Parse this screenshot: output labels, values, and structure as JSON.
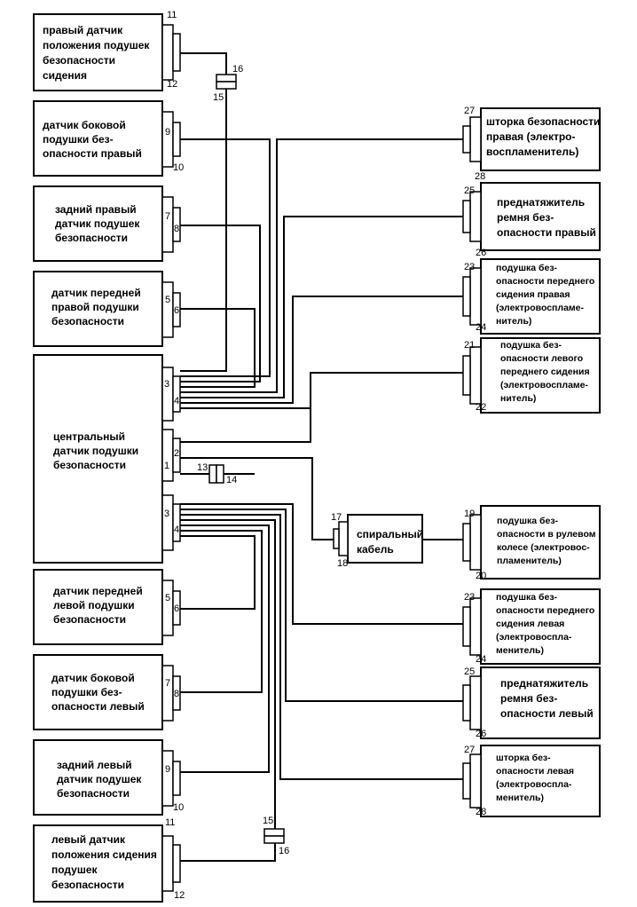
{
  "colors": {
    "line": "#000000",
    "fill": "#ffffff"
  },
  "left_blocks": [
    {
      "id": "lb1",
      "lines": [
        "правый датчик",
        "положения подушек",
        "безопасности",
        "сидения"
      ],
      "pins": [
        "11",
        "12"
      ]
    },
    {
      "id": "lb2",
      "lines": [
        "датчик боковой",
        "подушки без-",
        "опасности правый"
      ],
      "pins": [
        "9",
        "10"
      ]
    },
    {
      "id": "lb3",
      "lines": [
        "задний правый",
        "датчик подушек",
        "безопасности"
      ],
      "pins": [
        "7",
        "8"
      ]
    },
    {
      "id": "lb4",
      "lines": [
        "датчик передней",
        "правой подушки",
        "безопасности"
      ],
      "pins": [
        "5",
        "6"
      ]
    },
    {
      "id": "lb5",
      "lines": [
        "центральный",
        "датчик подушки",
        "безопасности"
      ],
      "pins": [
        "3",
        "4",
        "2",
        "1",
        "3",
        "4"
      ]
    },
    {
      "id": "lb6",
      "lines": [
        "датчик передней",
        "левой подушки",
        "безопасности"
      ],
      "pins": [
        "5",
        "6"
      ]
    },
    {
      "id": "lb7",
      "lines": [
        "датчик боковой",
        "подушки без-",
        "опасности левый"
      ],
      "pins": [
        "7",
        "8"
      ]
    },
    {
      "id": "lb8",
      "lines": [
        "задний левый",
        "датчик подушек",
        "безопасности"
      ],
      "pins": [
        "9",
        "10"
      ]
    },
    {
      "id": "lb9",
      "lines": [
        "левый датчик",
        "положения сидения",
        "подушек",
        "безопасности"
      ],
      "pins": [
        "11",
        "12"
      ]
    }
  ],
  "right_blocks": [
    {
      "id": "rb1",
      "lines": [
        "шторка безопасности",
        "правая (электро-",
        "воспламенитель)"
      ],
      "pins": [
        "27",
        "28"
      ]
    },
    {
      "id": "rb2",
      "lines": [
        "преднатяжитель",
        "ремня без-",
        "опасности правый"
      ],
      "pins": [
        "25",
        "26"
      ]
    },
    {
      "id": "rb3",
      "lines": [
        "подушка без-",
        "опасности переднего",
        "сидения правая",
        "(электровоспламе-",
        "нитель)"
      ],
      "pins": [
        "23",
        "24"
      ]
    },
    {
      "id": "rb4",
      "lines": [
        "подушка без-",
        "опасности левого",
        "переднего сидения",
        "(электровоспламе-",
        "нитель)"
      ],
      "pins": [
        "21",
        "22"
      ]
    },
    {
      "id": "rb5",
      "lines": [
        "подушка без-",
        "опасности в рулевом",
        "колесе (электровос-",
        "пламенитель)"
      ],
      "pins": [
        "19",
        "20"
      ]
    },
    {
      "id": "rb6",
      "lines": [
        "подушка без-",
        "опасности переднего",
        "сидения левая",
        "(электровоспла-",
        "менитель)"
      ],
      "pins": [
        "23",
        "24"
      ]
    },
    {
      "id": "rb7",
      "lines": [
        "преднатяжитель",
        "ремня без-",
        "опасности левый"
      ],
      "pins": [
        "25",
        "26"
      ]
    },
    {
      "id": "rb8",
      "lines": [
        "шторка без-",
        "опасности левая",
        "(электровоспла-",
        "менитель)"
      ],
      "pins": [
        "27",
        "28"
      ]
    }
  ],
  "spiral_cable": {
    "lines": [
      "спиральный",
      "кабель"
    ],
    "pins": [
      "17",
      "18"
    ]
  },
  "connectors": [
    {
      "id": "c_top",
      "pins": [
        "16",
        "15"
      ]
    },
    {
      "id": "c_mid",
      "pins": [
        "13",
        "14"
      ]
    },
    {
      "id": "c_bot",
      "pins": [
        "15",
        "16"
      ]
    }
  ]
}
